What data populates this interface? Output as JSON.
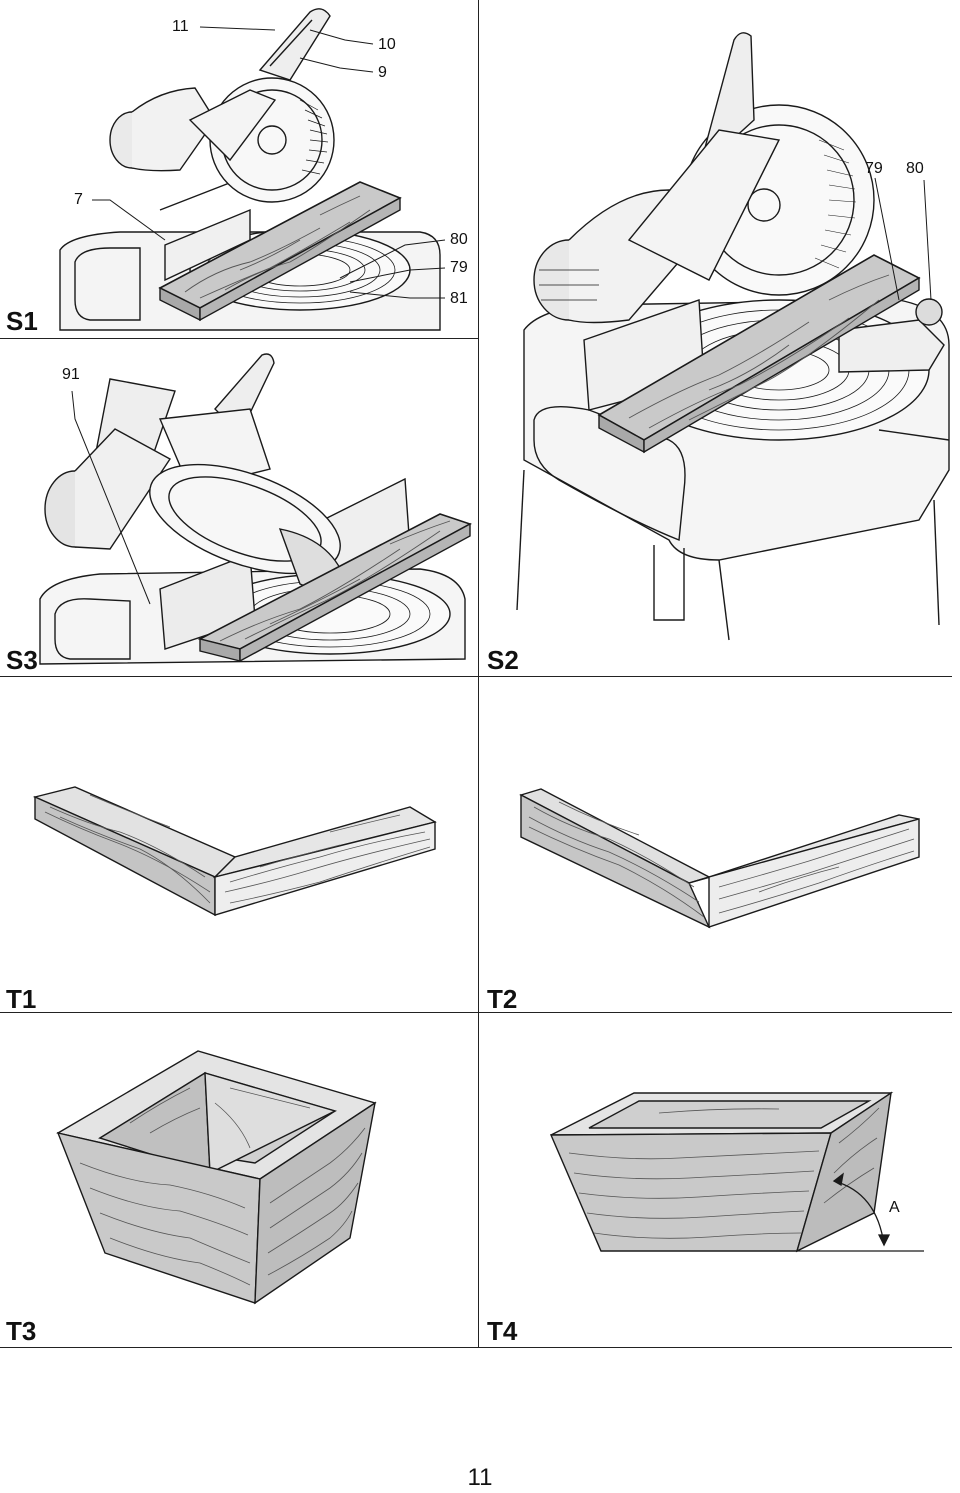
{
  "figures": {
    "s1": {
      "label": "S1",
      "callouts": [
        "11",
        "10",
        "9",
        "7",
        "80",
        "79",
        "81"
      ]
    },
    "s2": {
      "label": "S2",
      "callouts": [
        "79",
        "80"
      ]
    },
    "s3": {
      "label": "S3",
      "callouts": [
        "91"
      ]
    },
    "t1": {
      "label": "T1"
    },
    "t2": {
      "label": "T2"
    },
    "t3": {
      "label": "T3"
    },
    "t4": {
      "label": "T4",
      "callouts": [
        "A"
      ]
    }
  },
  "page_number": "11",
  "colors": {
    "wood": "#c9c9c9",
    "wood_light": "#e6e6e6",
    "wood_dark": "#a9a9a9",
    "line": "#1a1a1a"
  }
}
